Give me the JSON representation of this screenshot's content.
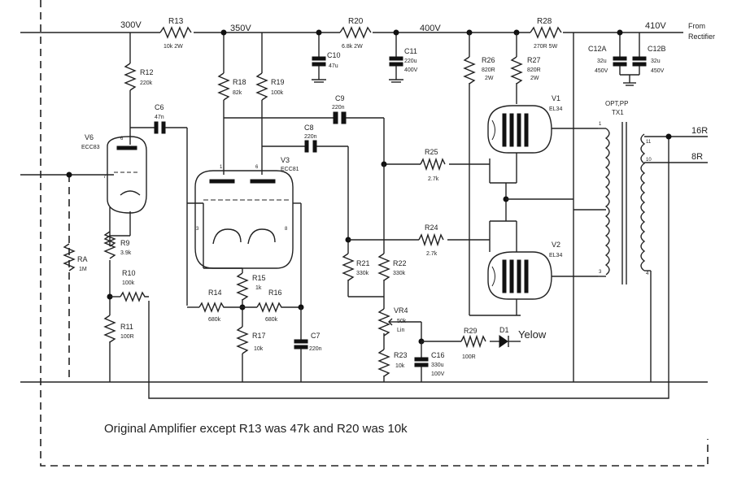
{
  "rails": {
    "v300": "300V",
    "v350": "350V",
    "v400": "400V",
    "v410": "410V",
    "from_rectifier": [
      "From",
      "Rectifier"
    ]
  },
  "components": {
    "r13": [
      "R13",
      "10k 2W"
    ],
    "r20": [
      "R20",
      "6.8k 2W"
    ],
    "r28": [
      "R28",
      "270R 5W"
    ],
    "r12": [
      "R12",
      "220k"
    ],
    "r18": [
      "R18",
      "82k"
    ],
    "r19": [
      "R19",
      "100k"
    ],
    "r26": [
      "R26",
      "820R",
      "2W"
    ],
    "r27": [
      "R27",
      "820R",
      "2W"
    ],
    "c10": [
      "C10",
      "47u"
    ],
    "c11": [
      "C11",
      "220u",
      "400V"
    ],
    "c12a": [
      "C12A",
      "32u",
      "450V"
    ],
    "c12b": [
      "C12B",
      "32u",
      "450V"
    ],
    "c6": [
      "C6",
      "47n"
    ],
    "c9": [
      "C9",
      "220n"
    ],
    "c8": [
      "C8",
      "220n"
    ],
    "v6": [
      "V6",
      "ECC83"
    ],
    "v3": [
      "V3",
      "ECC81"
    ],
    "v1": [
      "V1",
      "EL34"
    ],
    "v2": [
      "V2",
      "EL34"
    ],
    "optpp": [
      "OPT,PP",
      "TX1"
    ],
    "out16": "16R",
    "out8": "8R",
    "r25": [
      "R25",
      "2.7k"
    ],
    "r24": [
      "R24",
      "2.7k"
    ],
    "ra": [
      "RA",
      "1M"
    ],
    "r9": [
      "R9",
      "3.9k"
    ],
    "r10": [
      "R10",
      "100k"
    ],
    "r11": [
      "R11",
      "100R"
    ],
    "r14": [
      "R14",
      "680k"
    ],
    "r15": [
      "R15",
      "1k"
    ],
    "r16": [
      "R16",
      "680k"
    ],
    "r17": [
      "R17",
      "10k"
    ],
    "c7": [
      "C7",
      "220n"
    ],
    "r21": [
      "R21",
      "330k"
    ],
    "r22": [
      "R22",
      "330k"
    ],
    "vr4": [
      "VR4",
      "50k",
      "Lin"
    ],
    "r23": [
      "R23",
      "10k"
    ],
    "c16": [
      "C16",
      "330u",
      "100V"
    ],
    "r29": [
      "R29",
      "100R"
    ],
    "d1": "D1",
    "yellow": "Yelow"
  },
  "caption": "Original Amplifier except R13 was 47k and R20 was 10k"
}
